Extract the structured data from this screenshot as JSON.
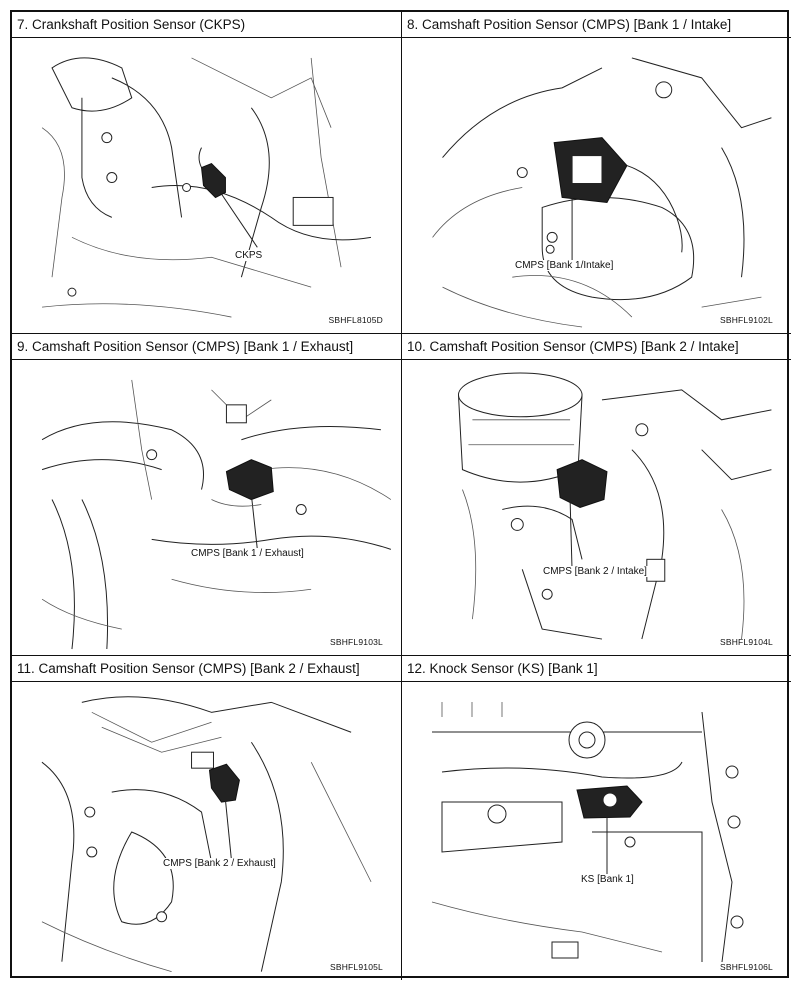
{
  "panels": [
    {
      "title": "7. Crankshaft Position Sensor (CKPS)",
      "callout": "CKPS",
      "code": "SBHFL8105D"
    },
    {
      "title": "8. Camshaft Position Sensor (CMPS) [Bank 1 / Intake]",
      "callout": "CMPS [Bank 1/Intake]",
      "code": "SBHFL9102L"
    },
    {
      "title": "9. Camshaft Position Sensor (CMPS) [Bank 1 / Exhaust]",
      "callout": "CMPS [Bank 1 / Exhaust]",
      "code": "SBHFL9103L"
    },
    {
      "title": "10. Camshaft Position Sensor (CMPS) [Bank 2 / Intake]",
      "callout": "CMPS [Bank 2 / Intake]",
      "code": "SBHFL9104L"
    },
    {
      "title": "11. Camshaft Position Sensor (CMPS) [Bank 2 / Exhaust]",
      "callout": "CMPS [Bank 2 / Exhaust]",
      "code": "SBHFL9105L"
    },
    {
      "title": "12. Knock Sensor (KS) [Bank 1]",
      "callout": "KS [Bank 1]",
      "code": "SBHFL9106L"
    }
  ]
}
